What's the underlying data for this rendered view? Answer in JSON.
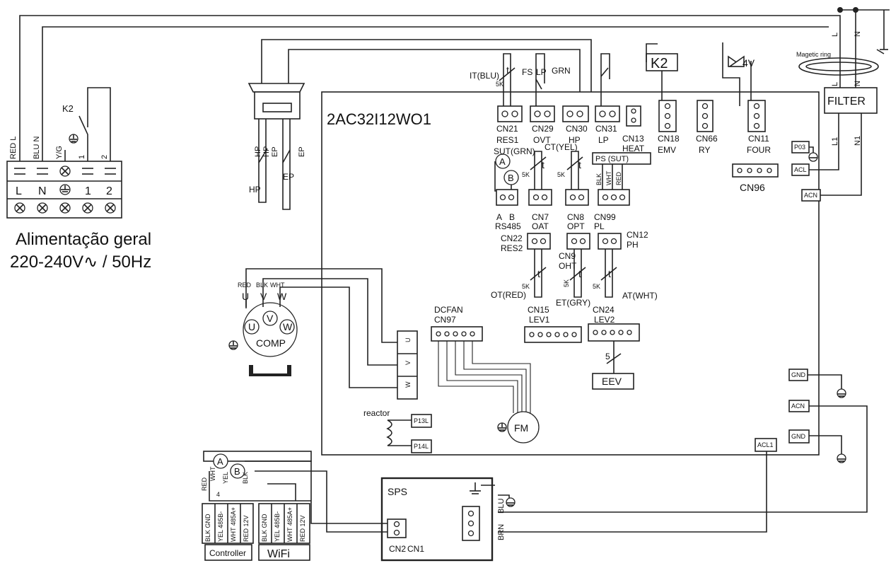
{
  "board": {
    "title": "2AC32I12WO1"
  },
  "power": {
    "caption_line1": "Alimentação geral",
    "caption_line2": "220-240V∿ / 50Hz",
    "terminal_labels": [
      "L",
      "N",
      "1",
      "2"
    ],
    "wire_labels": [
      "RED L",
      "BLU N",
      "Y/G",
      "1",
      "2"
    ],
    "relay": "K2"
  },
  "pressure_switch": {
    "hp_label": "HP",
    "ep_label": "EP",
    "pin_labels": [
      "HP",
      "HP",
      "EP",
      "EP"
    ]
  },
  "connectors": {
    "cn21": "CN21",
    "res1": "RES1",
    "cn29": "CN29",
    "ovt": "OVT",
    "cn30": "CN30",
    "hp": "HP",
    "cn31": "CN31",
    "lp": "LP",
    "cn13": "CN13",
    "heat": "HEAT",
    "cn18": "CN18",
    "emv": "EMV",
    "cn66": "CN66",
    "ry": "RY",
    "cn11": "CN11",
    "four": "FOUR",
    "cn96": "CN96",
    "a": "A",
    "b": "B",
    "rs485": "RS485",
    "cn7": "CN7",
    "oat": "OAT",
    "cn8": "CN8",
    "opt": "OPT",
    "cn99": "CN99",
    "pl": "PL",
    "cn22": "CN22",
    "res2": "RES2",
    "cn9": "CN9",
    "oht": "OHT",
    "cn12": "CN12",
    "ph": "PH",
    "cn15": "CN15",
    "lev1": "LEV1",
    "cn24": "CN24",
    "lev2": "LEV2",
    "dcfan": "DCFAN",
    "cn97": "CN97"
  },
  "sensors": {
    "it": "IT(BLU)",
    "fs": "FS",
    "lp_top": "LP",
    "grn": "GRN",
    "sut": "SUT(GRN)",
    "ct": "CT(YEL)",
    "ot": "OT(RED)",
    "et": "ET(GRY)",
    "at": "AT(WHT)",
    "five_k": "5K",
    "t": "t",
    "ps_sut": "PS (SUT)",
    "ps_wires": [
      "BLK",
      "WHT",
      "RED"
    ]
  },
  "top_right": {
    "k2": "K2",
    "four_v": "4V",
    "magnetic_ring": "Magetic ring",
    "filter": "FILTER",
    "l": "L",
    "n": "N",
    "l1": "L1",
    "n1": "N1"
  },
  "board_right": {
    "p03": "P03",
    "acl": "ACL",
    "acn": "ACN",
    "gnd": "GND",
    "acn2": "ACN",
    "gnd2": "GND",
    "acl1": "ACL1"
  },
  "compressor": {
    "label": "COMP",
    "u": "U",
    "v": "V",
    "w": "W",
    "wire_labels": [
      "RED",
      "BLK",
      "WHT"
    ],
    "term_u": "U",
    "term_v": "V",
    "term_w": "W"
  },
  "fan": {
    "label": "FM"
  },
  "eev": {
    "label": "EEV",
    "wires": "5"
  },
  "reactor": {
    "label": "reactor",
    "p13l": "P13L",
    "p14l": "P14L"
  },
  "sps": {
    "label": "SPS",
    "cn2": "CN2",
    "cn1": "CN1",
    "blu": "BLU",
    "brn": "BRN"
  },
  "bottom_left": {
    "a": "A",
    "b": "B",
    "red": "RED",
    "wht": "WHT",
    "yel": "YEL",
    "blk": "BLK",
    "four": "4",
    "controller_pins": [
      "BLK GND",
      "YEL 485B-",
      "WHT 485A+",
      "RED 12V"
    ],
    "wifi_pins": [
      "BLK GND",
      "YEL 485B-",
      "WHT 485A+",
      "RED 12V"
    ],
    "controller": "Controller",
    "wifi": "WiFi"
  }
}
